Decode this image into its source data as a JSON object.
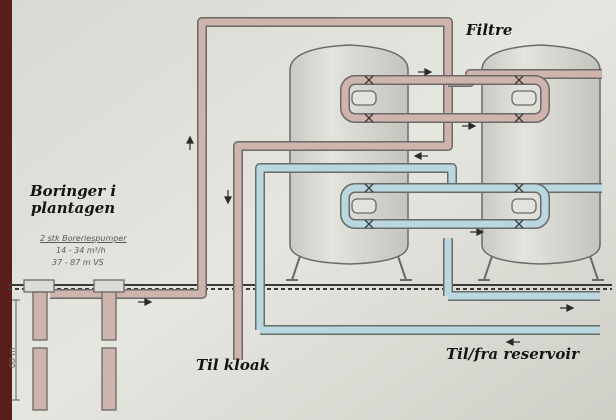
{
  "labels": {
    "filters": "Filtre",
    "wells_line1": "Boringer i",
    "wells_line2": "plantagen",
    "sewer": "Til kloak",
    "reservoir": "Til/fra reservoir"
  },
  "annotations": {
    "pump_title": "2 stk Boreriespumper",
    "pump_spec_1": "14 - 34 m³/h",
    "pump_spec_2": "37 - 87 m VS",
    "depth": "60 m"
  },
  "colors": {
    "board": "#e3e3dd",
    "frame": "#5a1e1a",
    "tank_fill": "#dcdcd6",
    "outline": "#6a6a66",
    "pipe_pink": "#cfb3ad",
    "pipe_blue": "#b9d7de",
    "ground": "#3a3a38",
    "text": "#141414"
  }
}
